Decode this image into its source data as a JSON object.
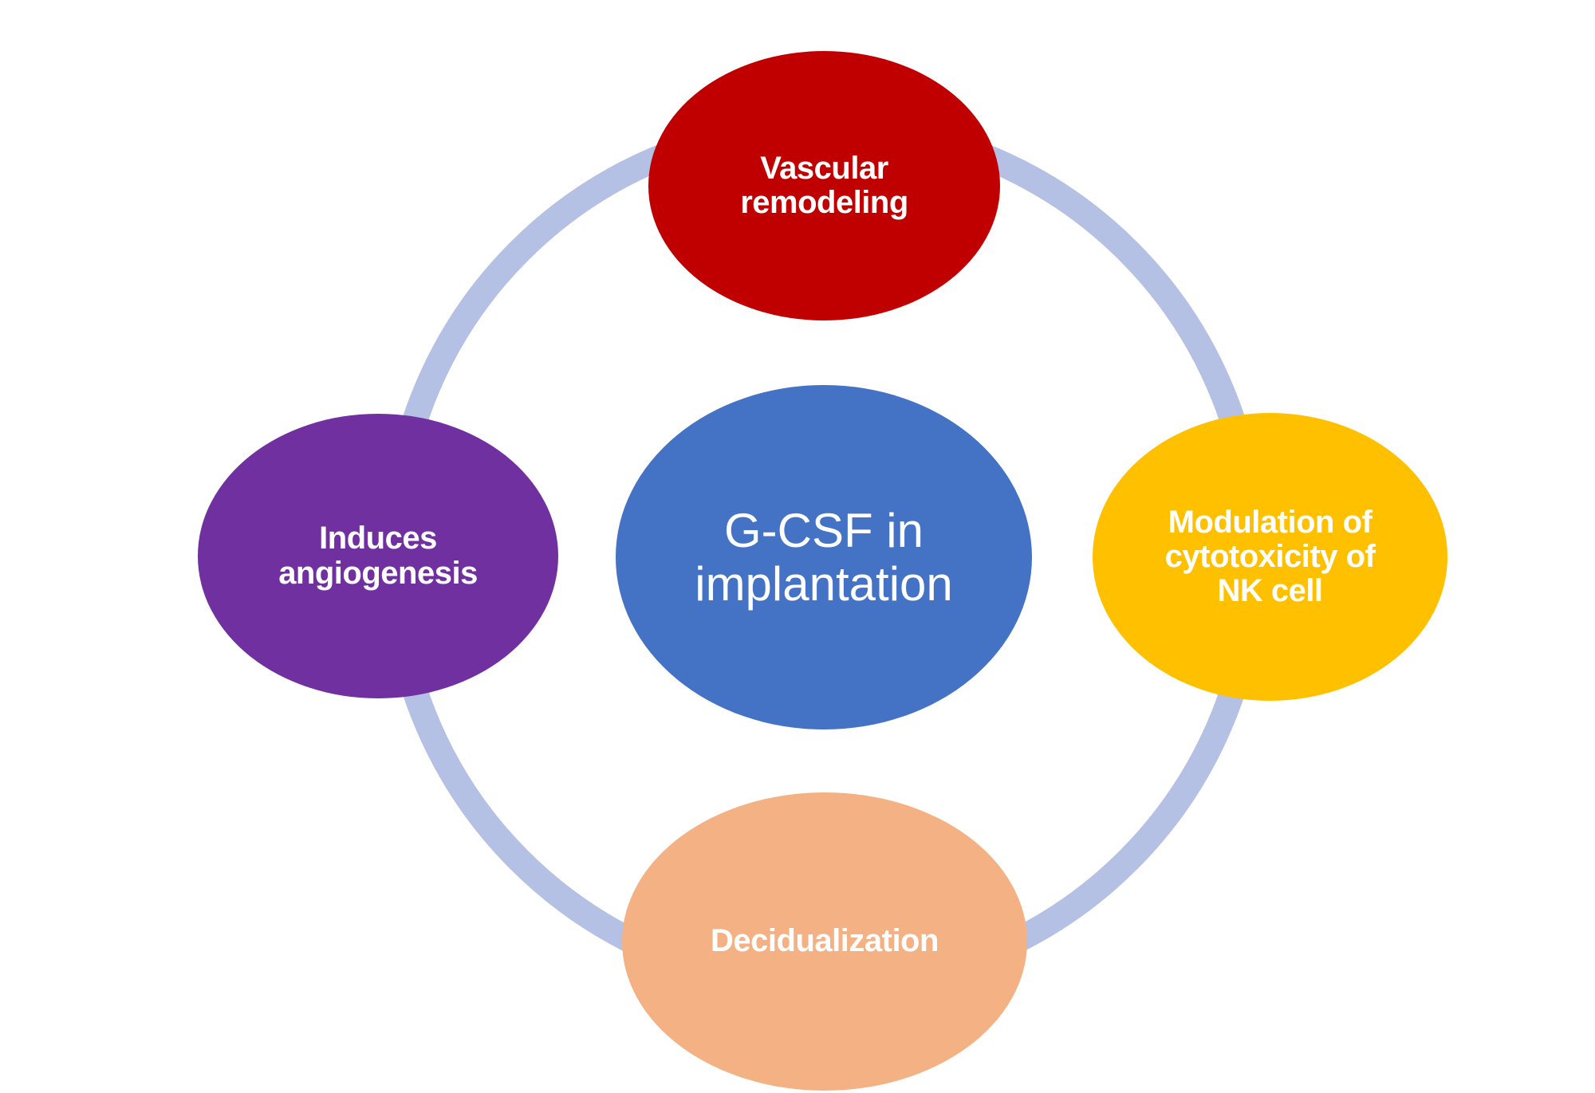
{
  "diagram": {
    "center": {
      "label": "G-CSF in\nimplantation",
      "color": "#4472c4"
    },
    "ring_color": "#b4c1e4",
    "nodes": {
      "top": {
        "label": "Vascular\nremodeling",
        "color": "#c00000"
      },
      "right": {
        "label": "Modulation of\ncytotoxicity of\nNK cell",
        "color": "#ffc000"
      },
      "bottom": {
        "label": "Decidualization",
        "color": "#f4b183"
      },
      "left": {
        "label": "Induces\nangiogenesis",
        "color": "#7030a0"
      }
    }
  }
}
